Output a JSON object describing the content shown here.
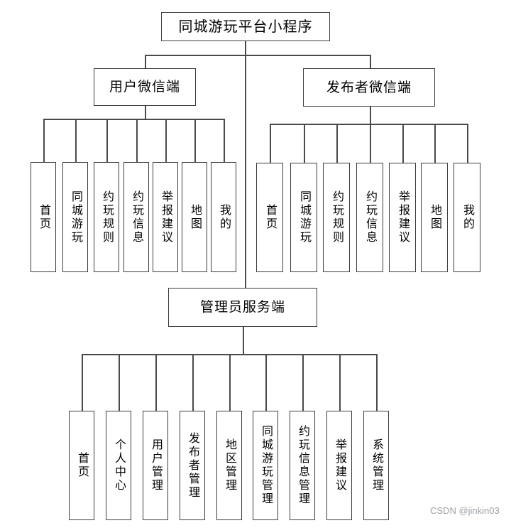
{
  "diagram": {
    "root": {
      "label": "同城游玩平台小程序"
    },
    "user_branch": {
      "label": "用户微信端",
      "children": [
        "首页",
        "同城游玩",
        "约玩规则",
        "约玩信息",
        "举报建议",
        "地图",
        "我的"
      ]
    },
    "publisher_branch": {
      "label": "发布者微信端",
      "children": [
        "首页",
        "同城游玩",
        "约玩规则",
        "约玩信息",
        "举报建议",
        "地图",
        "我的"
      ]
    },
    "admin_branch": {
      "label": "管理员服务端",
      "children": [
        "首页",
        "个人中心",
        "用户管理",
        "发布者管理",
        "地区管理",
        "同城游玩管理",
        "约玩信息管理",
        "举报建议",
        "系统管理"
      ]
    }
  },
  "watermark": {
    "text": "CSDN @jinkin03"
  },
  "colors": {
    "line": "#4a4a4a",
    "box_border": "#3d3d3d",
    "box_bg": "#ffffff",
    "text": "#000000",
    "watermark": "#9aa0a6"
  }
}
